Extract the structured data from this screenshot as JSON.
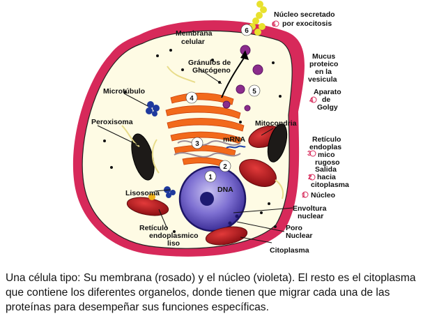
{
  "labels": {
    "membrana": [
      "Membrana",
      "celular"
    ],
    "nucleo_secretado": [
      "Núcleo secretado",
      "por exocitosis"
    ],
    "granulos": [
      "Gránulos de",
      "Glucógeno"
    ],
    "mucus": [
      "Mucus",
      "proteico",
      "en la",
      "vesicula"
    ],
    "microtubulo": "Microtúbulo",
    "aparato": [
      "Aparato",
      "de",
      "Golgy"
    ],
    "peroxisoma": "Peroxisoma",
    "mitocondria": "Mitocondria",
    "reticulo_rugoso": [
      "Retículo",
      "endoplas",
      "mico",
      "rugoso"
    ],
    "mrna": "mRNA",
    "salida": [
      "Salida",
      "hacia",
      "citoplasma"
    ],
    "dna": "DNA",
    "nucleo": "Núcleo",
    "lisosoma": "Lisosoma",
    "envoltura": [
      "Envoltura",
      "nuclear"
    ],
    "poro": [
      "Poro",
      "Nuclear"
    ],
    "reticulo_liso": [
      "Retículo",
      "endoplasmico",
      "liso"
    ],
    "citoplasma": "Citoplasma"
  },
  "step_numbers": {
    "n1": "1",
    "n2": "2",
    "n3": "3",
    "n4": "4",
    "n5": "5",
    "n6": "6"
  },
  "legend_numbers": {
    "l6": "6",
    "l5": "5",
    "l4": "4",
    "l3": "3",
    "l2": "2",
    "l1": "1"
  },
  "caption": "Una célula tipo: Su membrana (rosado) y el núcleo (violeta). El resto es el citoplasma que contiene los diferentes organelos, donde tienen que migrar cada una de las proteínas para desempeñar sus funciones específicas.",
  "colors": {
    "membrane": "#d7295a",
    "nucleus": "#6f5fc8",
    "golgi": "#f26a1b",
    "mitochondria": "#b5161b",
    "vesicle": "#8b2c8c",
    "peroxisome": "#1f3a9e"
  }
}
